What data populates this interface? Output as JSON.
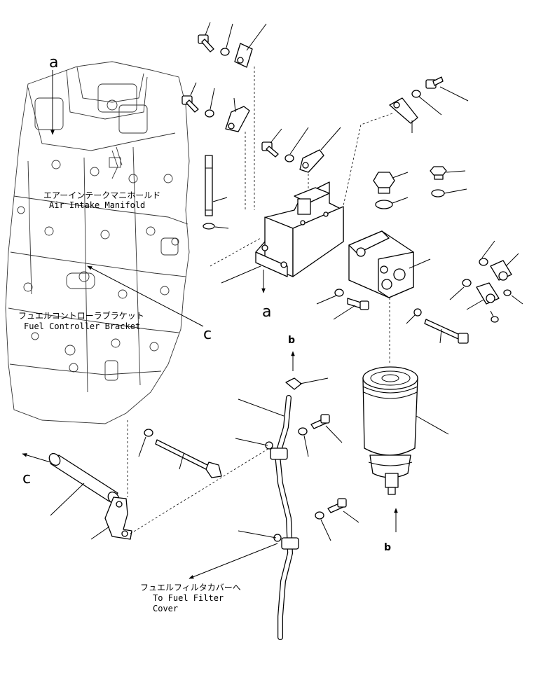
{
  "labels": {
    "air_intake_jp": "エアーインテークマニホールド",
    "air_intake_en": "Air Intake Manifold",
    "fuel_bracket_jp": "フュエルコントローラブラケット",
    "fuel_bracket_en": "Fuel Controller Bracket",
    "to_filter_jp": "フュエルフィルタカバーへ",
    "to_filter_en_1": "To Fuel Filter",
    "to_filter_en_2": "Cover"
  },
  "refs": {
    "a_top": "a",
    "a_bracket": "a",
    "c_engine": "c",
    "c_left": "c",
    "b_top": "b",
    "b_bottom": "b"
  }
}
